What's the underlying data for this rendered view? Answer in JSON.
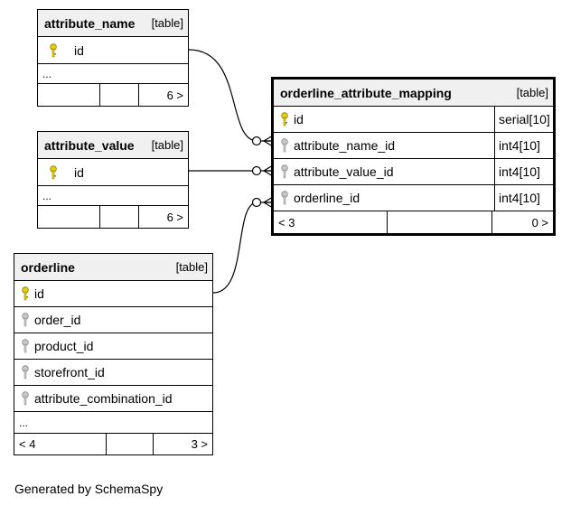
{
  "tables": {
    "attribute_name": {
      "name": "attribute_name",
      "kind": "[table]",
      "columns": [
        {
          "name": "id",
          "key": "primary"
        }
      ],
      "ellipsis": "...",
      "footer": {
        "left": "",
        "right": "6 >"
      }
    },
    "attribute_value": {
      "name": "attribute_value",
      "kind": "[table]",
      "columns": [
        {
          "name": "id",
          "key": "primary"
        }
      ],
      "ellipsis": "...",
      "footer": {
        "left": "",
        "right": "6 >"
      }
    },
    "orderline": {
      "name": "orderline",
      "kind": "[table]",
      "columns": [
        {
          "name": "id",
          "key": "primary"
        },
        {
          "name": "order_id",
          "key": "foreign"
        },
        {
          "name": "product_id",
          "key": "foreign"
        },
        {
          "name": "storefront_id",
          "key": "foreign"
        },
        {
          "name": "attribute_combination_id",
          "key": "foreign"
        }
      ],
      "ellipsis": "...",
      "footer": {
        "left": "< 4",
        "right": "3 >"
      }
    },
    "orderline_attribute_mapping": {
      "name": "orderline_attribute_mapping",
      "kind": "[table]",
      "columns": [
        {
          "name": "id",
          "type": "serial[10]",
          "key": "primary"
        },
        {
          "name": "attribute_name_id",
          "type": "int4[10]",
          "key": "foreign"
        },
        {
          "name": "attribute_value_id",
          "type": "int4[10]",
          "key": "foreign"
        },
        {
          "name": "orderline_id",
          "type": "int4[10]",
          "key": "foreign"
        }
      ],
      "footer": {
        "left": "< 3",
        "right": "0 >"
      }
    }
  },
  "relationships": [
    {
      "from": "attribute_name.id",
      "to": "orderline_attribute_mapping.attribute_name_id"
    },
    {
      "from": "attribute_value.id",
      "to": "orderline_attribute_mapping.attribute_value_id"
    },
    {
      "from": "orderline.id",
      "to": "orderline_attribute_mapping.orderline_id"
    }
  ],
  "colors": {
    "primary_key": "#e8d000",
    "foreign_key": "#b0b0b0",
    "header_bg": "#f0f0f0"
  },
  "footer_credit": "Generated by SchemaSpy"
}
